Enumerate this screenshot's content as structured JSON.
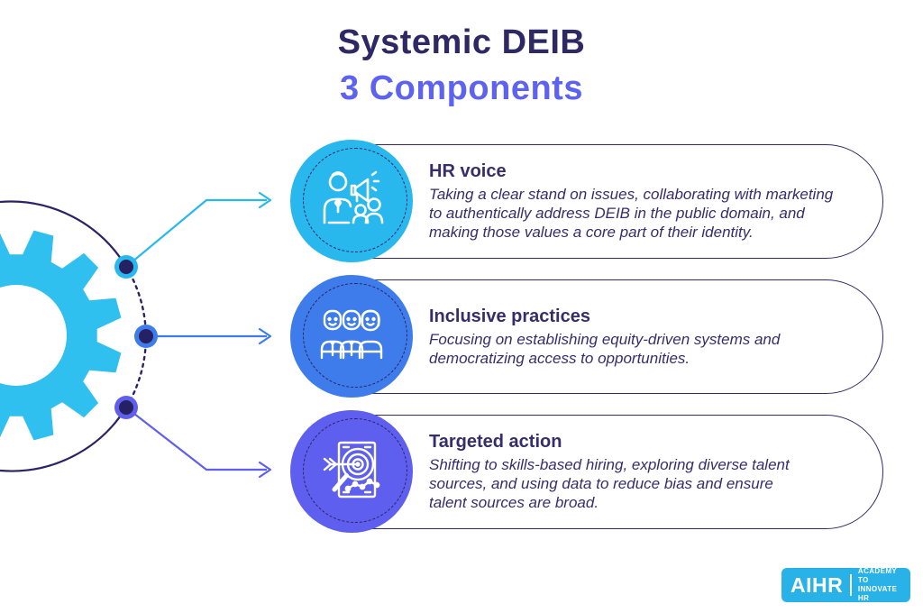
{
  "title": {
    "line1": "Systemic DEIB",
    "line2": "3 Components"
  },
  "colors": {
    "title_primary": "#2e2864",
    "title_accent": "#5d63f0",
    "outline_navy": "#332a66",
    "text_navy": "#362d6b",
    "arc_navy": "#2b2365",
    "dot_center_navy": "#252163",
    "gear_cyan": "#2fc0f0",
    "cyan": "#29b8ee",
    "blue": "#3d7cea",
    "purple": "#5e5fee",
    "logo_bg": "#29b2e8",
    "logo_text": "#ffffff"
  },
  "components": [
    {
      "title": "HR voice",
      "description": "Taking a clear stand on issues, collaborating with marketing\nto authentically address DEIB in the public domain, and\nmaking those values a core part of their identity.",
      "accent": "#29b8ee",
      "icon": "person-megaphone-icon"
    },
    {
      "title": "Inclusive practices",
      "description": "Focusing on establishing equity-driven systems and\ndemocratizing access to opportunities.",
      "accent": "#3d7cea",
      "icon": "team-icon"
    },
    {
      "title": "Targeted action",
      "description": "Shifting to skills-based hiring, exploring diverse talent\nsources, and using data to reduce bias and ensure\ntalent sources are broad.",
      "accent": "#5e5fee",
      "icon": "target-magnifier-icon"
    }
  ],
  "logo": {
    "brand": "AIHR",
    "tagline_line1": "ACADEMY TO",
    "tagline_line2": "INNOVATE HR"
  }
}
